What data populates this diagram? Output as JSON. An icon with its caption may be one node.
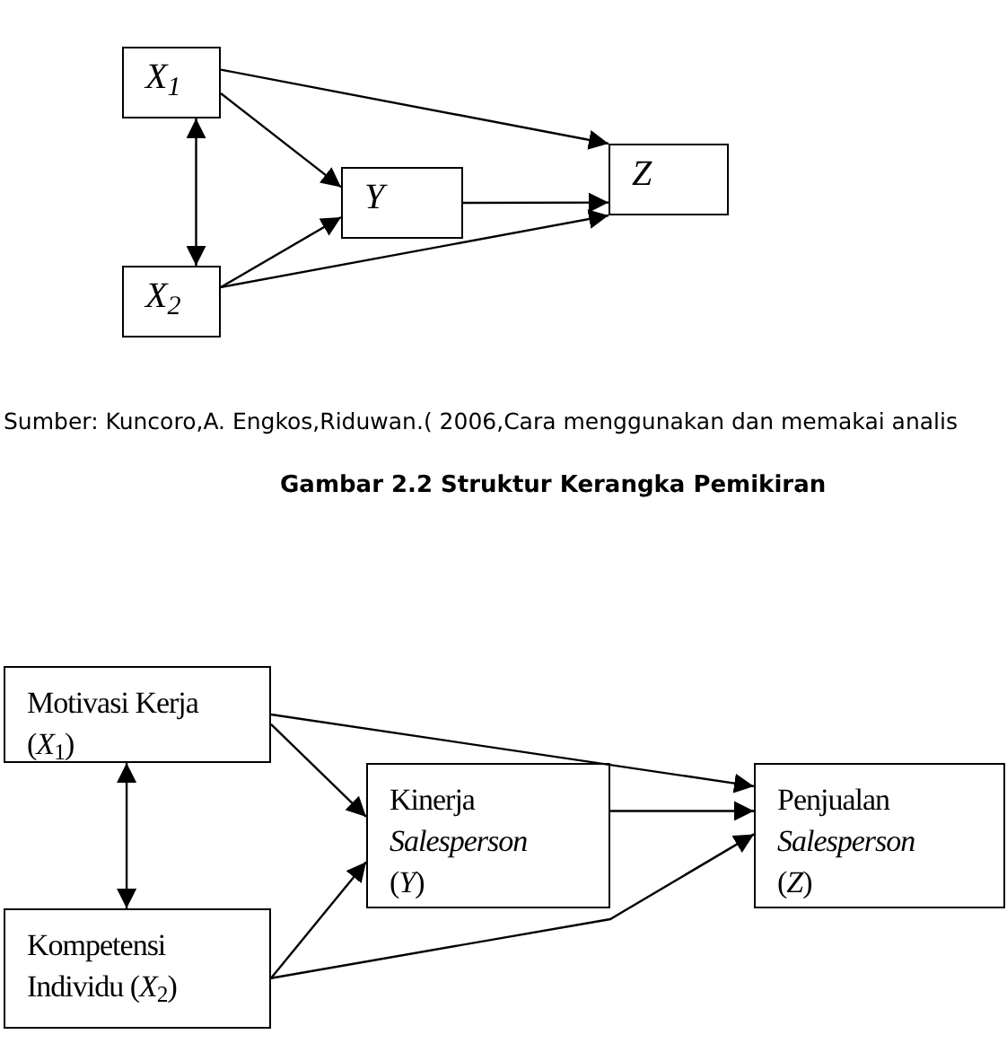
{
  "diagram": {
    "caption": "Gambar 2.2 Struktur Kerangka Pemikiran",
    "nodes": [
      {
        "text": [
          "X$_{1}$"
        ]
      },
      {
        "text": [
          "X$_{2}$"
        ]
      },
      {
        "text": [
          "Y"
        ]
      },
      {
        "text": [
          "Z"
        ]
      },
      {
        "text": [
          "Motivasi Kerja (*X*$_{1}$)"
        ]
      },
      {
        "text": [
          "Kompetensi Individu (*X*$_{2}$)"
        ]
      },
      {
        "text": [
          "Kinerja *Salesperson* (*Y*)"
        ]
      },
      {
        "text": [
          "Penjualan *Salesperson* (*Z*)"
        ]
      }
    ],
    "edges": [
      {
        "from": 0,
        "to": 3,
        "arrow": "to"
      },
      {
        "from": 0,
        "to": 2,
        "arrow": "to"
      },
      {
        "from": 0,
        "to": 1,
        "arrow": "both"
      },
      {
        "from": 2,
        "to": 3,
        "arrow": "to"
      },
      {
        "from": 1,
        "to": 2,
        "arrow": "to"
      },
      {
        "from": 1,
        "to": 3,
        "arrow": "to"
      },
      {
        "from": 4,
        "to": 7,
        "arrow": "to"
      },
      {
        "from": 4,
        "to": 6,
        "arrow": "to"
      },
      {
        "from": 4,
        "to": 5,
        "arrow": "both"
      },
      {
        "from": 6,
        "to": 7,
        "arrow": "to"
      },
      {
        "from": 5,
        "to": 6,
        "arrow": "to"
      },
      {
        "from": 5,
        "to": 7,
        "arrow": "to"
      }
    ],
    "labels": [
      "Sumber: Kuncoro,A. Engkos,Riduwan.( 2006,Cara menggunakan dan memakai analis"
    ]
  }
}
